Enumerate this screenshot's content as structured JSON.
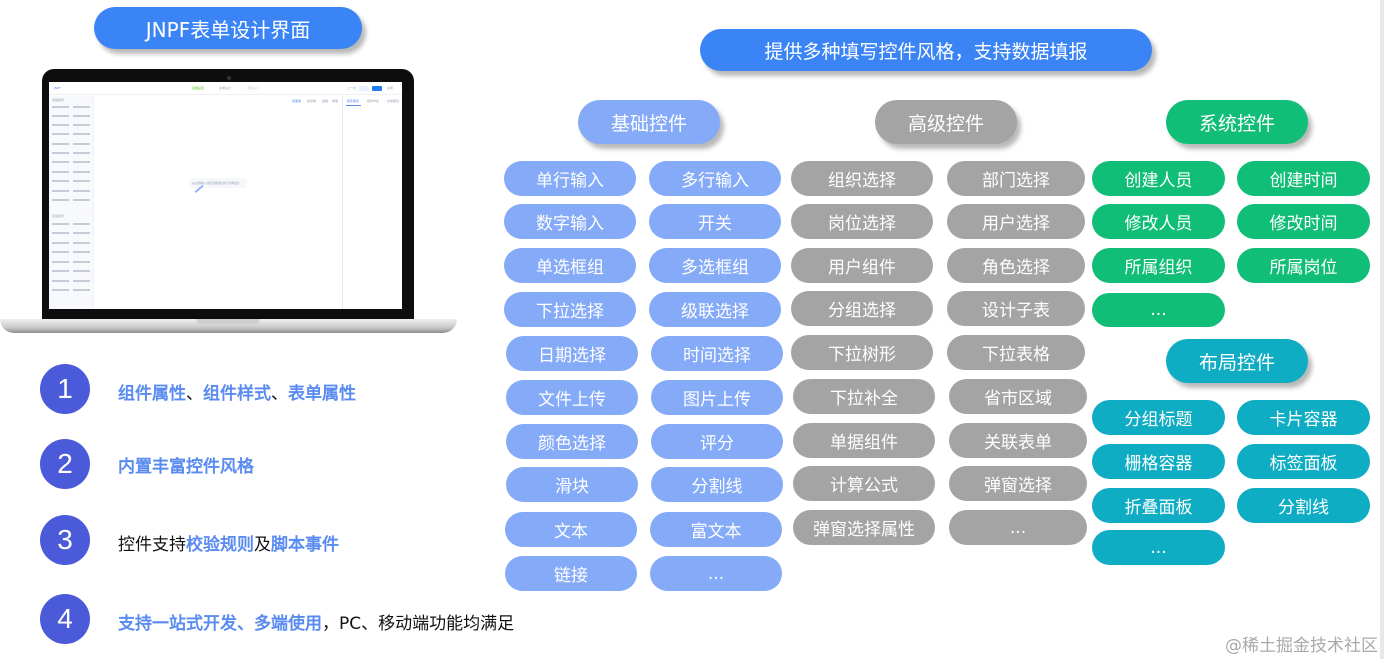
{
  "left": {
    "title": "JNPF表单设计界面",
    "laptop_screen": {
      "app_name": "JNPF",
      "toolbar_tabs": [
        "基础设置",
        "表单设计",
        "流程设计"
      ],
      "action_buttons": [
        "上一步",
        "下一步",
        "保存",
        "关闭"
      ],
      "canvas_hint": "从左侧拖入或点选组件进行表单设计",
      "sidebar_sections": [
        "基础控件",
        "高级控件"
      ],
      "right_tabs": [
        "组件属性",
        "组件样式",
        "表单属性"
      ],
      "device_options": [
        "桌面端",
        "移动端",
        "撤销",
        "重做"
      ]
    },
    "features": [
      {
        "num": "1",
        "parts": [
          {
            "t": "组件属性",
            "hl": true
          },
          {
            "t": "、",
            "hl": false
          },
          {
            "t": "组件样式",
            "hl": true
          },
          {
            "t": "、",
            "hl": false
          },
          {
            "t": "表单属性",
            "hl": true
          }
        ]
      },
      {
        "num": "2",
        "parts": [
          {
            "t": "内置丰富控件风格",
            "hl": true
          }
        ]
      },
      {
        "num": "3",
        "parts": [
          {
            "t": "控件支持",
            "hl": false
          },
          {
            "t": "校验规则",
            "hl": true
          },
          {
            "t": "及",
            "hl": false
          },
          {
            "t": "脚本事件",
            "hl": true
          }
        ]
      },
      {
        "num": "4",
        "parts": [
          {
            "t": "支持一站式开发、多端使用",
            "hl": true
          },
          {
            "t": "，PC、移动端功能均满足",
            "hl": false
          }
        ]
      }
    ]
  },
  "right": {
    "headline": "提供多种填写控件风格，支持数据填报",
    "groups": {
      "basic": {
        "title": "基础控件",
        "color": "#84aaf8",
        "items": [
          "单行输入",
          "多行输入",
          "数字输入",
          "开关",
          "单选框组",
          "多选框组",
          "下拉选择",
          "级联选择",
          "日期选择",
          "时间选择",
          "文件上传",
          "图片上传",
          "颜色选择",
          "评分",
          "滑块",
          "分割线",
          "文本",
          "富文本",
          "链接",
          "..."
        ]
      },
      "advanced": {
        "title": "高级控件",
        "color": "#a4a4a4",
        "items": [
          "组织选择",
          "部门选择",
          "岗位选择",
          "用户选择",
          "用户组件",
          "角色选择",
          "分组选择",
          "设计子表",
          "下拉树形",
          "下拉表格",
          "下拉补全",
          "省市区域",
          "单据组件",
          "关联表单",
          "计算公式",
          "弹窗选择",
          "弹窗选择属性",
          "..."
        ]
      },
      "system": {
        "title": "系统控件",
        "color": "#11be78",
        "items": [
          "创建人员",
          "创建时间",
          "修改人员",
          "修改时间",
          "所属组织",
          "所属岗位",
          "..."
        ]
      },
      "layout": {
        "title": "布局控件",
        "color": "#0fadc3",
        "items": [
          "分组标题",
          "卡片容器",
          "栅格容器",
          "标签面板",
          "折叠面板",
          "分割线",
          "..."
        ]
      }
    }
  },
  "watermark": "@稀土掘金技术社区",
  "colors": {
    "title_blue": "#3b84f5",
    "number_circle": "#4a5ad8",
    "highlight_text": "#5a8bf0"
  }
}
